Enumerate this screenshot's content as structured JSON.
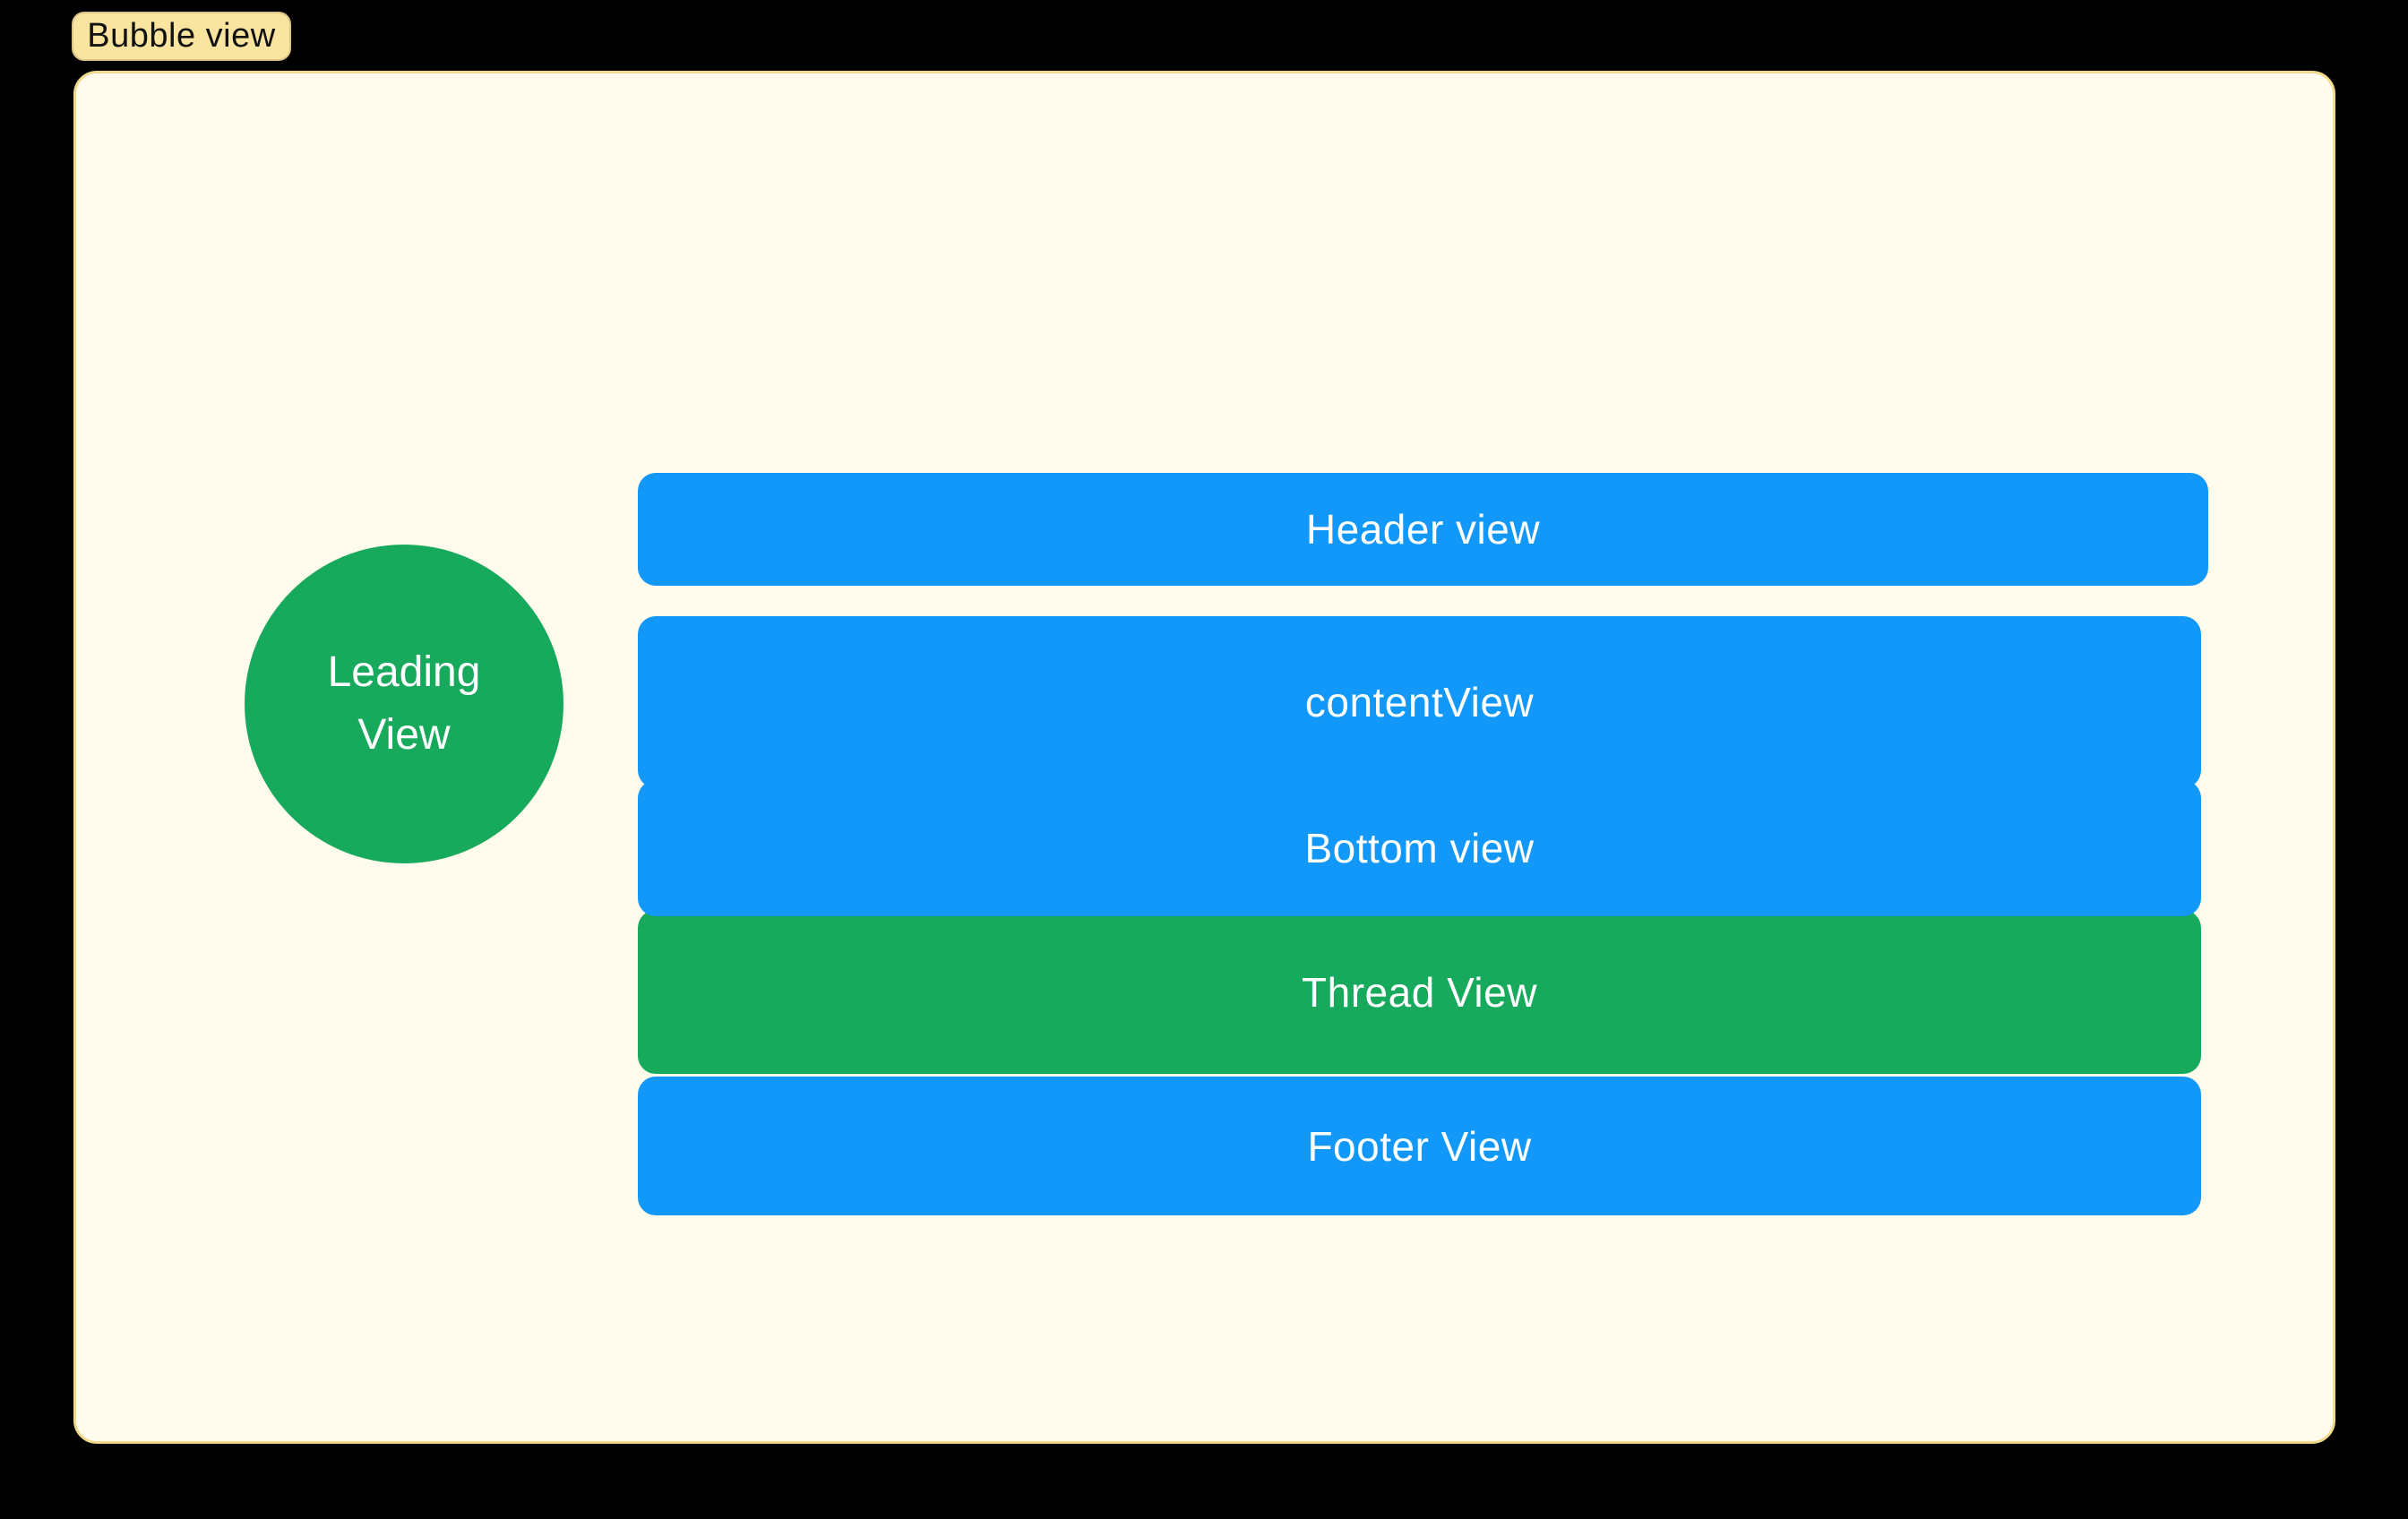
{
  "badge": {
    "label": "Bubble view"
  },
  "views": {
    "header": {
      "label": "Header view"
    },
    "content": {
      "label": "contentView"
    },
    "bottom": {
      "label": "Bottom view"
    },
    "thread": {
      "label": "Thread View"
    },
    "footer": {
      "label": "Footer View"
    },
    "leading": {
      "line1": "Leading",
      "line2": "View"
    }
  },
  "colors": {
    "background": "#000000",
    "panel_bg": "#FFFCEE",
    "panel_border": "#F3D98C",
    "badge_bg": "#FAE5A0",
    "badge_border": "#DCC285",
    "badge_text": "#111111",
    "view_blue": "#1198F8",
    "view_green": "#17AA5C",
    "label_text": "#FFFFFF"
  }
}
